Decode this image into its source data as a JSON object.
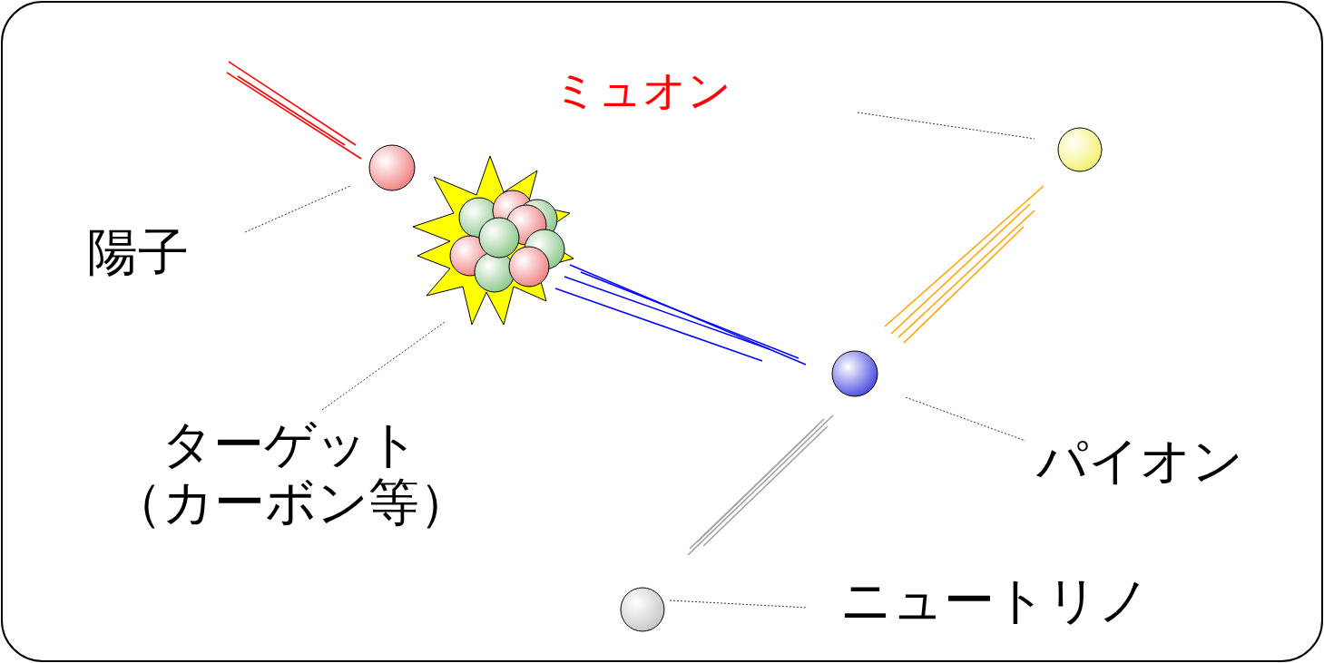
{
  "diagram": {
    "labels": [
      "ミュオン",
      "陽子",
      "ターゲット （カーボン等）",
      "パイオン",
      "ニュートリノ"
    ]
  }
}
